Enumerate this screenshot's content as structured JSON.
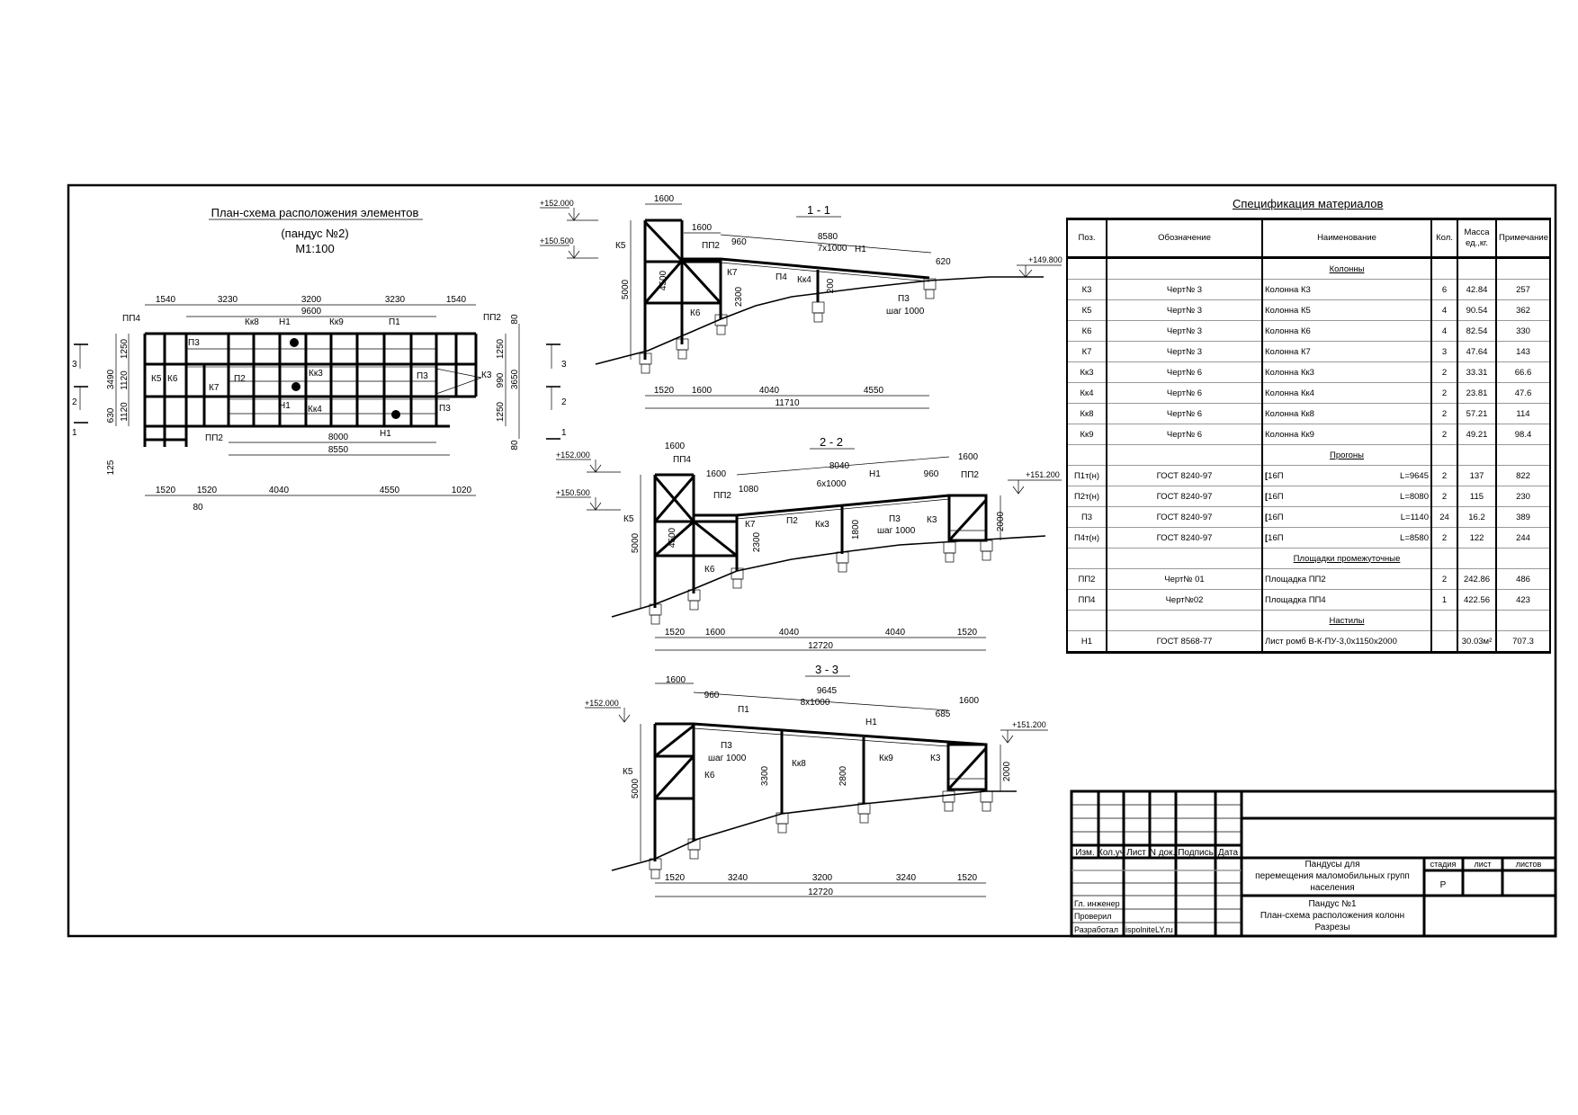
{
  "plan": {
    "title": "План-схема расположения элементов",
    "subtitle": "(пандус №2)",
    "scale": "М1:100",
    "labels": [
      "ПП4",
      "Кк8",
      "Н1",
      "Кк9",
      "П1",
      "ПП2",
      "П3",
      "К5",
      "К6",
      "К7",
      "П2",
      "Кк3",
      "П3",
      "К3",
      "Н1",
      "Кк4",
      "П3",
      "ПП2",
      "Н1"
    ],
    "dims_top": [
      "1540",
      "3230",
      "3200",
      "3230",
      "1540",
      "9600"
    ],
    "dims_bottom": [
      "1520",
      "1520",
      "4040",
      "4550",
      "1020",
      "80",
      "8000",
      "8550"
    ],
    "dims_left": [
      "3490",
      "630",
      "125",
      "1250",
      "1120",
      "1120"
    ],
    "dims_right": [
      "80",
      "1250",
      "990",
      "1250",
      "3650",
      "80"
    ],
    "section_marks": [
      "3",
      "2",
      "1"
    ]
  },
  "s1": {
    "title": "1 - 1",
    "levels": [
      "+152.000",
      "+150.500",
      "+149.800"
    ],
    "labels": [
      "К5",
      "ПП2",
      "К7",
      "П4",
      "Кк4",
      "П3",
      "шаг 1000",
      "К6",
      "Н1"
    ],
    "dims": [
      "1600",
      "1600",
      "960",
      "8580",
      "7x1000",
      "620",
      "5000",
      "4500",
      "2300",
      "200",
      "1520",
      "1600",
      "4040",
      "4550",
      "11710"
    ]
  },
  "s2": {
    "title": "2 - 2",
    "levels": [
      "+152.000",
      "+150.500",
      "+151.200"
    ],
    "labels": [
      "ПП4",
      "ПП2",
      "ПП2",
      "К5",
      "К7",
      "П2",
      "Кк3",
      "Н1",
      "П3",
      "шаг 1000",
      "К3",
      "К6"
    ],
    "dims": [
      "1600",
      "1600",
      "1080",
      "8040",
      "6x1000",
      "960",
      "1600",
      "5000",
      "4500",
      "2300",
      "1800",
      "2000",
      "1520",
      "1600",
      "4040",
      "4040",
      "1520",
      "12720"
    ]
  },
  "s3": {
    "title": "3 - 3",
    "levels": [
      "+152.000",
      "+151.200"
    ],
    "labels": [
      "П1",
      "Н1",
      "П3",
      "шаг 1000",
      "К5",
      "К6",
      "Кк8",
      "Кк9",
      "К3"
    ],
    "dims": [
      "1600",
      "9645",
      "960",
      "8x1000",
      "1600",
      "685",
      "5000",
      "3300",
      "2800",
      "2000",
      "1520",
      "3240",
      "3200",
      "3240",
      "1520",
      "12720"
    ]
  },
  "spec": {
    "title": "Спецификация материалов",
    "headers": [
      "Поз.",
      "Обозначение",
      "Наименование",
      "Кол.",
      "Масса ед.,кг.",
      "Примечание"
    ],
    "rows": [
      {
        "group": "Колонны"
      },
      {
        "pos": "К3",
        "doc": "Черт№ 3",
        "name": "Колонна  К3",
        "qty": "6",
        "mass": "42.84",
        "note": "257"
      },
      {
        "pos": "К5",
        "doc": "Черт№ 3",
        "name": "Колонна  К5",
        "qty": "4",
        "mass": "90.54",
        "note": "362"
      },
      {
        "pos": "К6",
        "doc": "Черт№ 3",
        "name": "Колонна  К6",
        "qty": "4",
        "mass": "82.54",
        "note": "330"
      },
      {
        "pos": "К7",
        "doc": "Черт№ 3",
        "name": "Колонна  К7",
        "qty": "3",
        "mass": "47.64",
        "note": "143"
      },
      {
        "pos": "Кк3",
        "doc": "Черт№ 6",
        "name": "Колонна  Кк3",
        "qty": "2",
        "mass": "33.31",
        "note": "66.6"
      },
      {
        "pos": "Кк4",
        "doc": "Черт№ 6",
        "name": "Колонна  Кк4",
        "qty": "2",
        "mass": "23.81",
        "note": "47.6"
      },
      {
        "pos": "Кк8",
        "doc": "Черт№ 6",
        "name": "Колонна  Кк8",
        "qty": "2",
        "mass": "57.21",
        "note": "114"
      },
      {
        "pos": "Кк9",
        "doc": "Черт№ 6",
        "name": "Колонна  Кк9",
        "qty": "2",
        "mass": "49.21",
        "note": "98.4"
      },
      {
        "group": "Прогоны"
      },
      {
        "pos": "П1т(н)",
        "doc": "ГОСТ 8240-97",
        "name": "16П",
        "len": "L=9645",
        "qty": "2",
        "mass": "137",
        "note": "822"
      },
      {
        "pos": "П2т(н)",
        "doc": "ГОСТ 8240-97",
        "name": "16П",
        "len": "L=8080",
        "qty": "2",
        "mass": "115",
        "note": "230"
      },
      {
        "pos": "П3",
        "doc": "ГОСТ 8240-97",
        "name": "16П",
        "len": "L=1140",
        "qty": "24",
        "mass": "16.2",
        "note": "389"
      },
      {
        "pos": "П4т(н)",
        "doc": "ГОСТ 8240-97",
        "name": "16П",
        "len": "L=8580",
        "qty": "2",
        "mass": "122",
        "note": "244"
      },
      {
        "group": "Площадки промежуточные"
      },
      {
        "pos": "ПП2",
        "doc": "Черт№ 01",
        "name": "Площадка  ПП2",
        "qty": "2",
        "mass": "242.86",
        "note": "486"
      },
      {
        "pos": "ПП4",
        "doc": "Черт№02",
        "name": "Площадка  ПП4",
        "qty": "1",
        "mass": "422.56",
        "note": "423"
      },
      {
        "group": "Настилы"
      },
      {
        "pos": "Н1",
        "doc": "ГОСТ 8568-77",
        "name": "Лист ромб В-К-ПУ-3,0х1150х2000",
        "qty": "",
        "mass": "30.03м²",
        "note": "707.3"
      }
    ]
  },
  "stamp": {
    "cols": [
      "Изм.",
      "Кол.уч",
      "Лист",
      "N док.",
      "Подпись",
      "Дата"
    ],
    "project": [
      "Пандусы для",
      "перемещения маломобильных групп",
      "населения"
    ],
    "sheet_title": [
      "Пандус №1",
      "План-схема расположения колонн",
      "Разрезы"
    ],
    "stage_label": "стадия",
    "sheet_label": "лист",
    "sheets_label": "листов",
    "stage": "Р",
    "roles": [
      "Гл. инженер",
      "Проверил",
      "Разработал"
    ],
    "developer": "ispolniteLY.ru"
  }
}
